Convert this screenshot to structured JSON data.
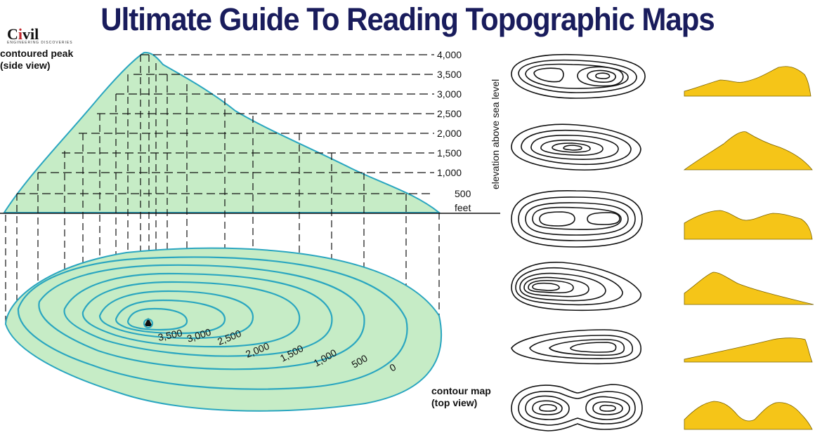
{
  "title": "Ultimate Guide To Reading Topographic Maps",
  "logo": {
    "text_c": "C",
    "text_i": "i",
    "text_vil": "vil",
    "tagline": "ENGINEERING DISCOVERIES"
  },
  "side_view_caption": [
    "contoured peak",
    "(side view)"
  ],
  "top_view_caption": [
    "contour map",
    "(top view)"
  ],
  "elevation_axis": {
    "label": "elevation above sea level",
    "unit": "feet",
    "ticks": [
      "4,000",
      "3,500",
      "3,000",
      "2,500",
      "2,000",
      "1,500",
      "1,000",
      "500"
    ]
  },
  "contour_labels": [
    "3,500",
    "3,000",
    "2,500",
    "2,000",
    "1,500",
    "1,000",
    "500",
    "0"
  ],
  "colors": {
    "title": "#191c5c",
    "fill_green": "#c6ecc6",
    "contour_blue": "#2aa6c0",
    "profile_yellow": "#f5c518"
  },
  "examples_count_note": ""
}
